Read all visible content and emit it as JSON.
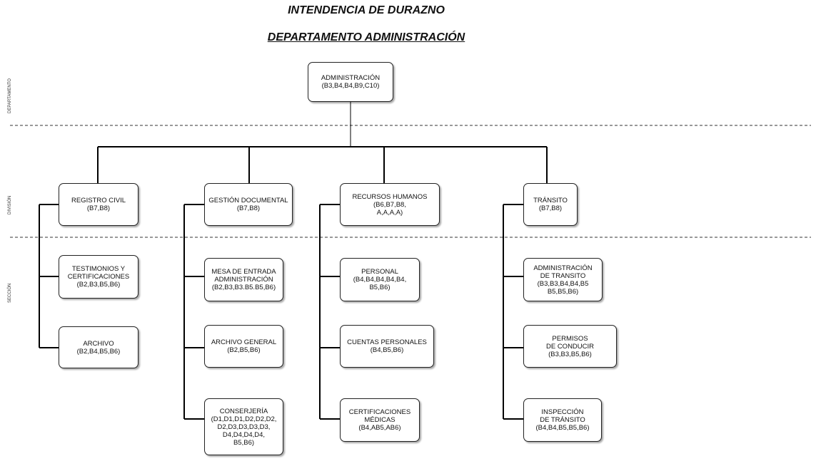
{
  "header": {
    "title": "INTENDENCIA DE DURAZNO",
    "subtitle": "DEPARTAMENTO ADMINISTRACIÓN"
  },
  "bands": {
    "departamento": "DEPARTAMENTO",
    "division": "DIVISIÓN",
    "seccion": "SECCIÓN"
  },
  "nodes": {
    "administracion": {
      "name": "ADMINISTRACIÓN",
      "codes": "(B3,B4,B4,B9,C10)"
    },
    "registro_civil": {
      "name": "REGISTRO CIVIL",
      "codes": "(B7,B8)"
    },
    "testimonios": {
      "name": "TESTIMONIOS Y",
      "name2": "CERTIFICACIONES",
      "codes": "(B2,B3,B5,B6)"
    },
    "archivo": {
      "name": "ARCHIVO",
      "codes": "(B2,B4,B5,B6)"
    },
    "gestion_documental": {
      "name": "GESTIÓN DOCUMENTAL",
      "codes": "(B7,B8)"
    },
    "mesa_entrada": {
      "name": "MESA DE ENTRADA",
      "name2": "ADMINISTRACIÓN",
      "codes": "(B2,B3,B3.B5.B5,B6)"
    },
    "archivo_general": {
      "name": "ARCHIVO GENERAL",
      "codes": "(B2,B5,B6)"
    },
    "conserjeria": {
      "name": "CONSERJERÍA",
      "codes": "(D1,D1,D1,D2,D2,D2,",
      "codes2": "D2,D3,D3,D3,D3,",
      "codes3": "D4,D4,D4,D4,",
      "codes4": "B5,B6)"
    },
    "recursos_humanos": {
      "name": "RECURSOS HUMANOS",
      "codes": "(B6,B7,B8,",
      "codes2": "A,A,A,A)"
    },
    "personal": {
      "name": "PERSONAL",
      "codes": "(B4,B4,B4,B4,B4,",
      "codes2": "B5,B6)"
    },
    "cuentas_personales": {
      "name": "CUENTAS PERSONALES",
      "codes": "(B4,B5,B6)"
    },
    "certificaciones_medicas": {
      "name": "CERTIFICACIONES",
      "name2": "MÉDICAS",
      "codes": "(B4,AB5,AB6)"
    },
    "transito": {
      "name": "TRÁNSITO",
      "codes": "(B7,B8)"
    },
    "admin_transito": {
      "name": "ADMINISTRACIÓN",
      "name2": "DE TRANSITO",
      "codes": "(B3,B3,B4,B4,B5",
      "codes2": "B5,B5,B6)"
    },
    "permisos_conducir": {
      "name": "PERMISOS",
      "name2": "DE CONDUCIR",
      "codes": "(B3,B3,B5,B6)"
    },
    "inspeccion_transito": {
      "name": "INSPECCIÓN",
      "name2": "DE TRÁNSITO",
      "codes": "(B4,B4,B5,B5,B6)"
    }
  }
}
